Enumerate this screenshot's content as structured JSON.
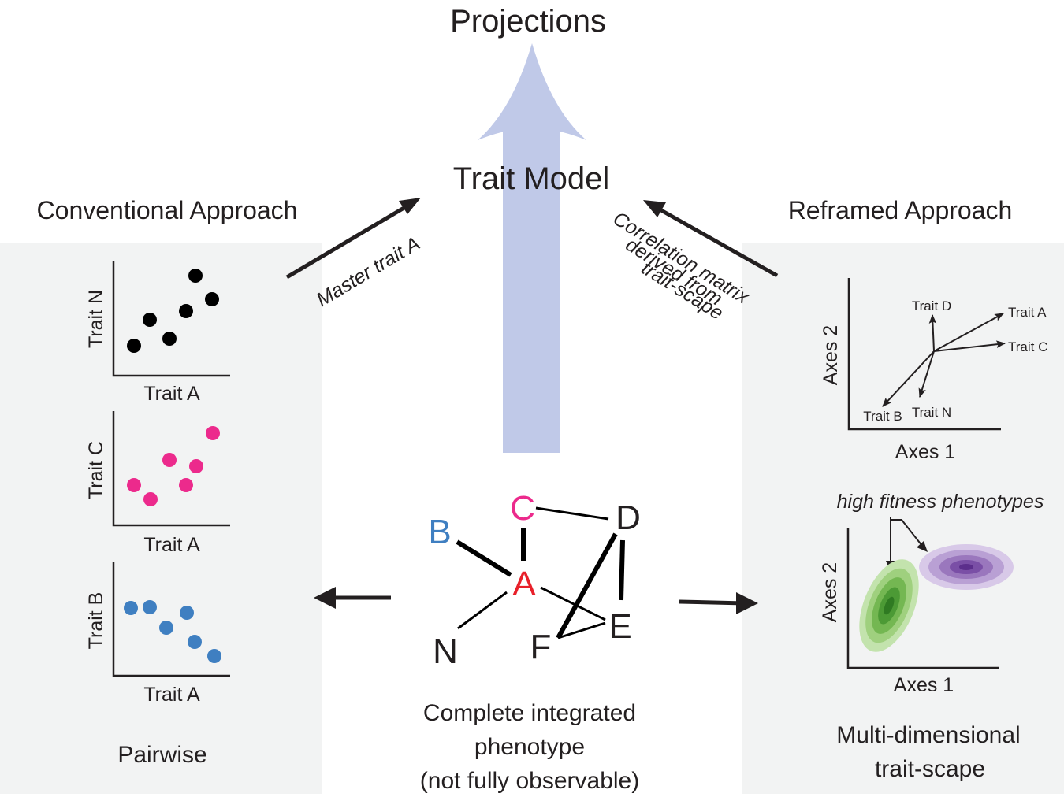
{
  "title": "Projections",
  "trait_model": "Trait Model",
  "left_heading": "Conventional Approach",
  "right_heading": "Reframed Approach",
  "master_label": "Master trait A",
  "correlation_label": [
    "Correlation matrix",
    "derived from",
    "trait-scape"
  ],
  "left_panel": {
    "caption": "Pairwise",
    "plots": [
      {
        "ylabel": "Trait N",
        "xlabel": "Trait A",
        "color": "#000000"
      },
      {
        "ylabel": "Trait C",
        "xlabel": "Trait A",
        "color": "#ec2a8c"
      },
      {
        "ylabel": "Trait B",
        "xlabel": "Trait A",
        "color": "#3f7fc1"
      }
    ]
  },
  "network": {
    "nodes": {
      "A": {
        "label": "A",
        "color": "#e8202a"
      },
      "B": {
        "label": "B",
        "color": "#3f7fc1"
      },
      "C": {
        "label": "C",
        "color": "#ec2a8c"
      },
      "D": {
        "label": "D",
        "color": "#231f20"
      },
      "E": {
        "label": "E",
        "color": "#231f20"
      },
      "F": {
        "label": "F",
        "color": "#231f20"
      },
      "N": {
        "label": "N",
        "color": "#231f20"
      }
    },
    "caption": [
      "Complete integrated",
      "phenotype",
      "(not fully observable)"
    ]
  },
  "right_panel": {
    "biplot": {
      "ylabel": "Axes 2",
      "xlabel": "Axes 1",
      "vectors": [
        "Trait D",
        "Trait A",
        "Trait C",
        "Trait B",
        "Trait N"
      ]
    },
    "fitness": {
      "label": "high fitness phenotypes",
      "ylabel": "Axes 2",
      "xlabel": "Axes 1",
      "green": "#4caf3e",
      "purple": "#7b4fa6"
    },
    "caption": [
      "Multi-dimensional",
      "trait-scape"
    ]
  },
  "colors": {
    "panel_bg": "#f2f3f3",
    "big_arrow": "#c0c9e8"
  }
}
